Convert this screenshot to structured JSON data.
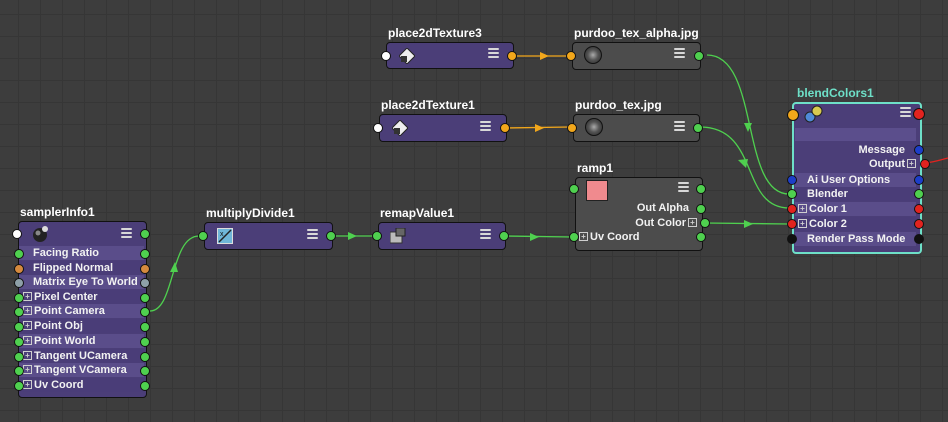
{
  "colors": {
    "background": "#3d3d3d",
    "node_body": "#4b3e78",
    "selected_outline": "#6ee0c8",
    "wire_green": "#4fd04f",
    "wire_orange": "#f2a71b",
    "wire_red": "#e2231f"
  },
  "nodes": {
    "samplerInfo1": {
      "title": "samplerInfo1",
      "icon": "sphere-icon",
      "attributes": [
        "Facing Ratio",
        "Flipped Normal",
        "Matrix Eye To World",
        "Pixel Center",
        "Point Camera",
        "Point Obj",
        "Point World",
        "Tangent UCamera",
        "Tangent VCamera",
        "Uv Coord"
      ]
    },
    "multiplyDivide1": {
      "title": "multiplyDivide1",
      "icon": "multiply-divide-icon"
    },
    "remapValue1": {
      "title": "remapValue1",
      "icon": "remap-icon"
    },
    "place2dTexture3": {
      "title": "place2dTexture3",
      "icon": "place2d-icon"
    },
    "place2dTexture1": {
      "title": "place2dTexture1",
      "icon": "place2d-icon"
    },
    "purdoo_tex_alpha": {
      "title": "purdoo_tex_alpha.jpg",
      "icon": "file-texture-icon"
    },
    "purdoo_tex": {
      "title": "purdoo_tex.jpg",
      "icon": "file-texture-icon"
    },
    "ramp1": {
      "title": "ramp1",
      "swatch_color": "#f08a8e",
      "attributes": [
        "Out Alpha",
        "Out Color",
        "Uv Coord"
      ]
    },
    "blendColors1": {
      "title": "blendColors1",
      "icon": "blend-colors-icon",
      "attributes": [
        "Message",
        "Output",
        "Ai User Options",
        "Blender",
        "Color 1",
        "Color 2",
        "Render Pass Mode"
      ]
    }
  }
}
